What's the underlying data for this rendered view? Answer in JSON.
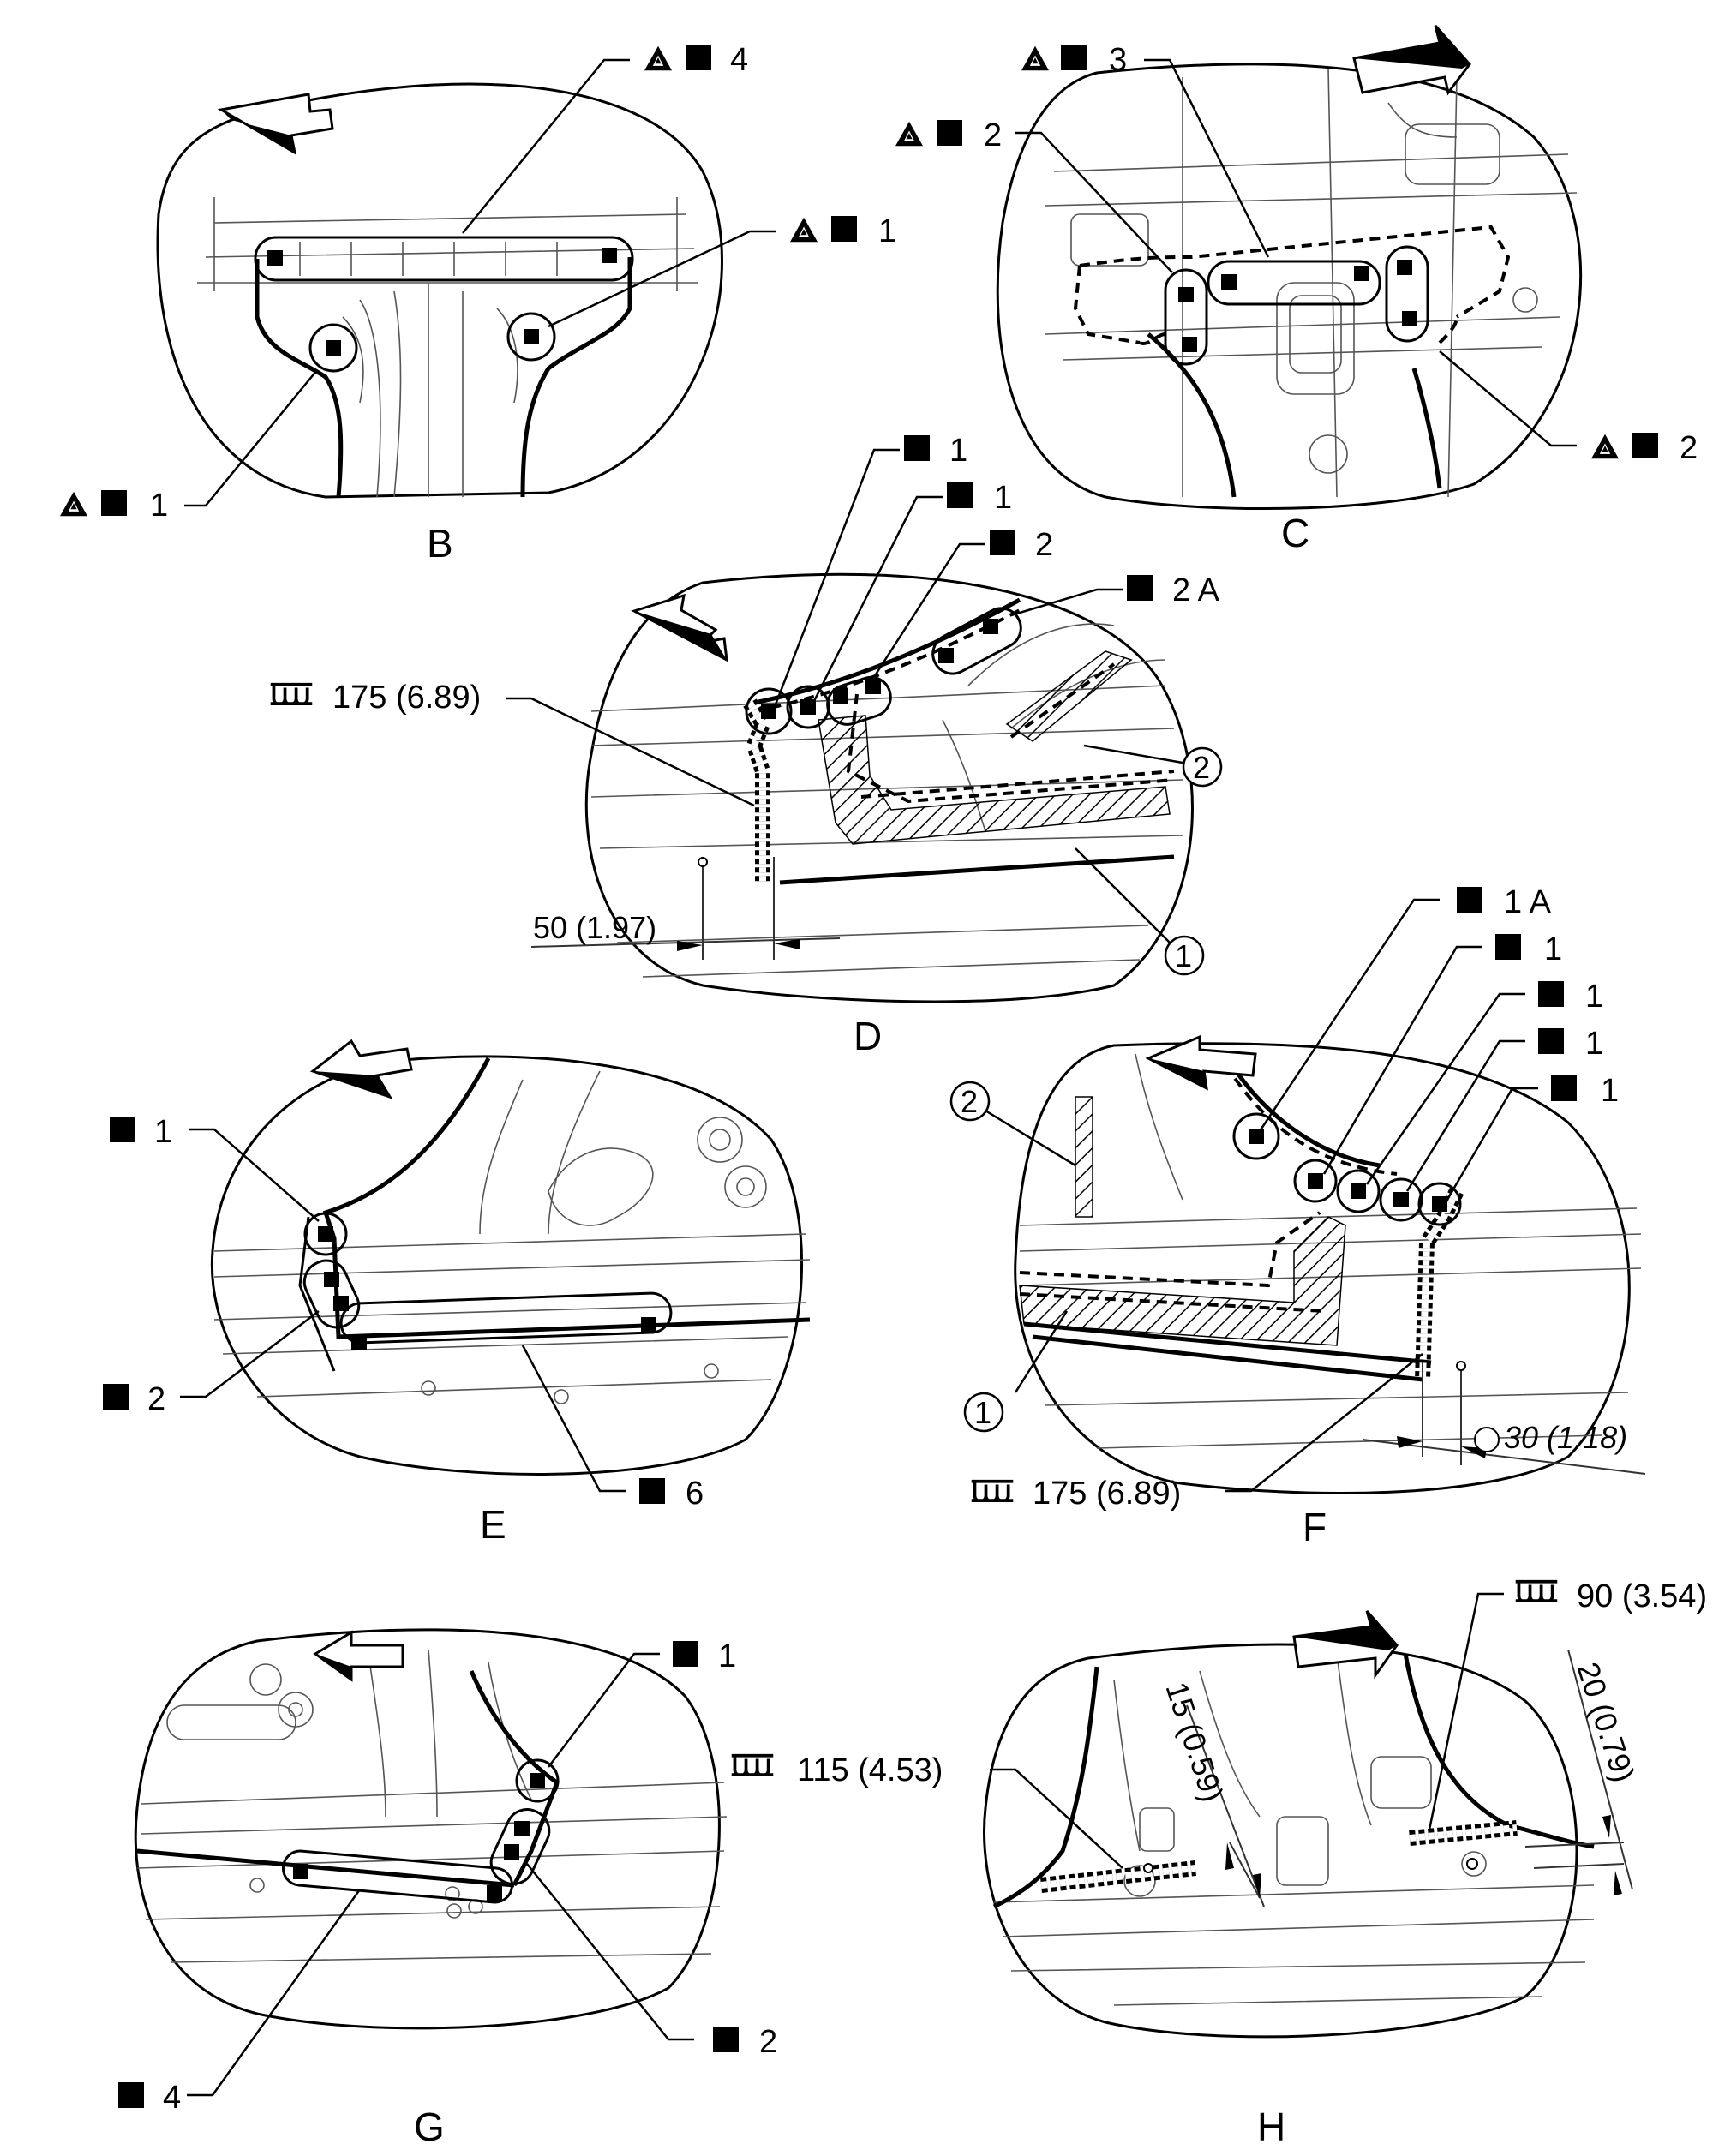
{
  "views": {
    "B": {
      "letter": "B",
      "callouts": [
        {
          "text": "4"
        },
        {
          "text": "1"
        },
        {
          "text": "1"
        }
      ]
    },
    "C": {
      "letter": "C",
      "callouts": [
        {
          "text": "3"
        },
        {
          "text": "2"
        },
        {
          "text": "2"
        }
      ]
    },
    "D": {
      "letter": "D",
      "callouts": [
        {
          "text": "1"
        },
        {
          "text": "1"
        },
        {
          "text": "2"
        },
        {
          "text": "2 A"
        }
      ],
      "seam": "175 (6.89)",
      "dimension": "50 (1.97)",
      "part1": "1",
      "part2": "2"
    },
    "E": {
      "letter": "E",
      "callouts": [
        {
          "text": "1"
        },
        {
          "text": "2"
        },
        {
          "text": "6"
        }
      ]
    },
    "F": {
      "letter": "F",
      "callouts": [
        {
          "text": "1 A"
        },
        {
          "text": "1"
        },
        {
          "text": "1"
        },
        {
          "text": "1"
        },
        {
          "text": "1"
        }
      ],
      "seam": "175 (6.89)",
      "dimension": "30 (1.18)",
      "part1": "1",
      "part2": "2"
    },
    "G": {
      "letter": "G",
      "callouts": [
        {
          "text": "1"
        },
        {
          "text": "2"
        },
        {
          "text": "4"
        }
      ]
    },
    "H": {
      "letter": "H",
      "seam_left": "115 (4.53)",
      "seam_right": "90 (3.54)",
      "dim_left": "15 (0.59)",
      "dim_right": "20 (0.79)"
    }
  }
}
